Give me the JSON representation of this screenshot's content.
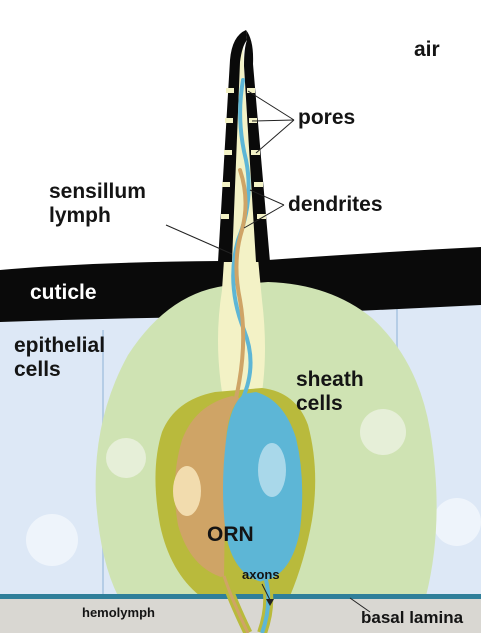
{
  "labels": {
    "air": "air",
    "pores": "pores",
    "sensillum_line1": "sensillum",
    "sensillum_line2": "lymph",
    "dendrites": "dendrites",
    "cuticle": "cuticle",
    "epithelial_line1": "epithelial",
    "epithelial_line2": "cells",
    "sheath_line1": "sheath",
    "sheath_line2": "cells",
    "orn": "ORN",
    "axons": "axons",
    "hemolymph": "hemolymph",
    "basal_lamina": "basal lamina"
  },
  "colors": {
    "air": "#ffffff",
    "cuticle": "#0a0a0a",
    "epithelial": "#dde8f6",
    "sheath": "#cfe3b3",
    "lymph": "#f3f2c6",
    "support_cell": "#b9ba3c",
    "orn_tan": "#cfa466",
    "orn_blue": "#5db6d6",
    "hemolymph": "#d9d7d2",
    "basal_lamina": "#2f7f9a"
  }
}
